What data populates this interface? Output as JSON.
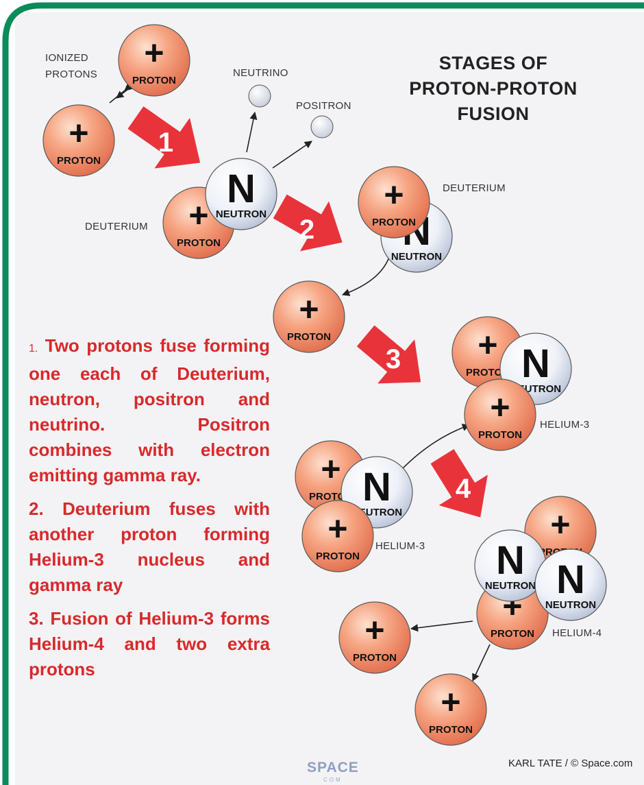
{
  "title": {
    "line1": "STAGES OF",
    "line2": "PROTON-PROTON",
    "line3": "FUSION"
  },
  "labels": {
    "ionized_protons_1": "IONIZED",
    "ionized_protons_2": "PROTONS",
    "neutrino": "NEUTRINO",
    "positron": "POSITRON",
    "deuterium_left": "DEUTERIUM",
    "deuterium_right": "DEUTERIUM",
    "helium3_right": "HELIUM-3",
    "helium3_left": "HELIUM-3",
    "helium4": "HELIUM-4"
  },
  "particles": {
    "proton_sign": "+",
    "proton_label": "PROTON",
    "neutron_sign": "N",
    "neutron_label": "NEUTRON"
  },
  "steps": [
    "1",
    "2",
    "3",
    "4"
  ],
  "description": {
    "p1_num": "1.",
    "p1_text": "Two protons fuse forming one each of Deuterium, neutron, positron and neutrino. Positron combines with electron emitting gamma ray.",
    "p2": "2. Deuterium fuses with another proton forming Helium-3 nucleus and gamma ray",
    "p3": "3. Fusion of Helium-3 forms Helium-4 and two extra protons"
  },
  "credit": "KARL TATE / © Space.com",
  "logo": "SPACE",
  "logo_sub": "COM",
  "colors": {
    "border": "#0b8a5a",
    "proton": "#f0916f",
    "neutron": "#e6ebf4",
    "arrow": "#e8333b",
    "text_red": "#d9292b"
  }
}
